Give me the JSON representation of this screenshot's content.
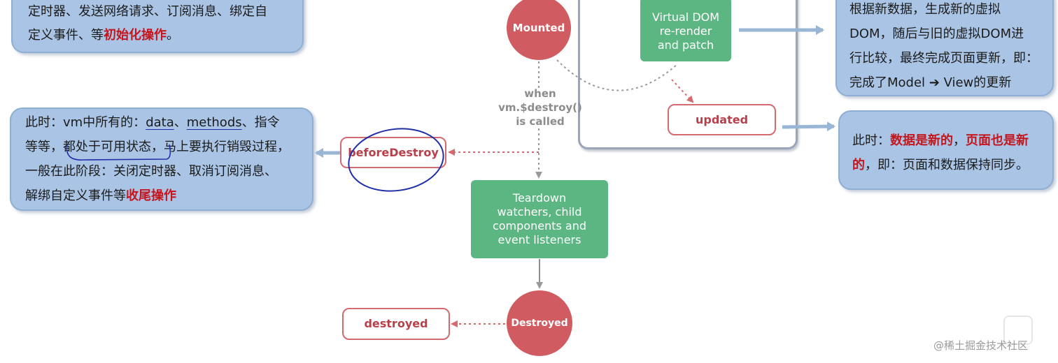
{
  "callouts": {
    "mounted_desc": {
      "line1": "定时器、发送网络请求、订阅消息、绑定自",
      "line2_pre": "定义事件、等",
      "line2_hl": "初始化操作",
      "line2_post": "。"
    },
    "before_destroy_desc": {
      "l1_pre": "此时：vm中所有的：",
      "l1_data": "data",
      "l1_sep": "、",
      "l1_methods": "methods",
      "l1_post": "、指令",
      "l2_pre": "等等，",
      "l2_state": "都处于可用状态，",
      "l2_post": "马上要执行销毁过程，",
      "l3": "一般在此阶段：关闭定时器、取消订阅消息、",
      "l4_pre": "解绑自定义事件等",
      "l4_hl": "收尾操作"
    },
    "update_desc": {
      "line1": "根据新数据，生成新的虚拟",
      "line2": "DOM，随后与旧的虚拟DOM进",
      "line3": "行比较，最终完成页面更新，即：",
      "line4": "完成了Model ➔ View的更新"
    },
    "updated_desc": {
      "l1_pre": "此时：",
      "l1_hl1": "数据是新的",
      "l1_sep": "，",
      "l1_hl2": "页面也是新",
      "l2_hl": "的",
      "l2_post": "，即：页面和数据保持同步。"
    }
  },
  "nodes": {
    "mounted": "Mounted",
    "destroyed_circle": "Destroyed",
    "virtual_dom": [
      "Virtual DOM",
      "re-render",
      "and patch"
    ],
    "teardown": [
      "Teardown",
      "watchers, child",
      "components and",
      "event listeners"
    ],
    "updated": "updated",
    "before_destroy": "beforeDestroy",
    "destroyed": "destroyed"
  },
  "when_label": [
    "when",
    "vm.$destroy()",
    "is called"
  ],
  "watermark": "@稀土掘金技术社区",
  "colors": {
    "callout_bg": "#a9c4e4",
    "hook_border": "#d36a6f",
    "circle_fill": "#d05b61",
    "process_fill": "#5cb682",
    "highlight_text": "#c4161c",
    "annotation_ink": "#1f2fa8"
  }
}
